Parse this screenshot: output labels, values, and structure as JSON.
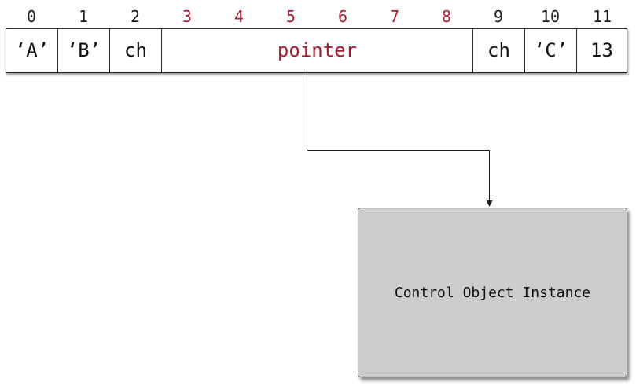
{
  "indices": [
    {
      "label": "0",
      "highlight": false
    },
    {
      "label": "1",
      "highlight": false
    },
    {
      "label": "2",
      "highlight": false
    },
    {
      "label": "3",
      "highlight": true
    },
    {
      "label": "4",
      "highlight": true
    },
    {
      "label": "5",
      "highlight": true
    },
    {
      "label": "6",
      "highlight": true
    },
    {
      "label": "7",
      "highlight": true
    },
    {
      "label": "8",
      "highlight": true
    },
    {
      "label": "9",
      "highlight": false
    },
    {
      "label": "10",
      "highlight": false
    },
    {
      "label": "11",
      "highlight": false
    }
  ],
  "cells": [
    {
      "label": "‘A’",
      "span": 1,
      "highlight": false
    },
    {
      "label": "‘B’",
      "span": 1,
      "highlight": false
    },
    {
      "label": "ch",
      "span": 1,
      "highlight": false
    },
    {
      "label": "pointer",
      "span": 6,
      "highlight": true
    },
    {
      "label": "ch",
      "span": 1,
      "highlight": false
    },
    {
      "label": "‘C’",
      "span": 1,
      "highlight": false
    },
    {
      "label": "13",
      "span": 1,
      "highlight": false
    }
  ],
  "target_box": {
    "label": "Control Object Instance"
  },
  "colors": {
    "highlight": "#a51c30",
    "box_fill": "#cccccc",
    "text": "#111111"
  }
}
